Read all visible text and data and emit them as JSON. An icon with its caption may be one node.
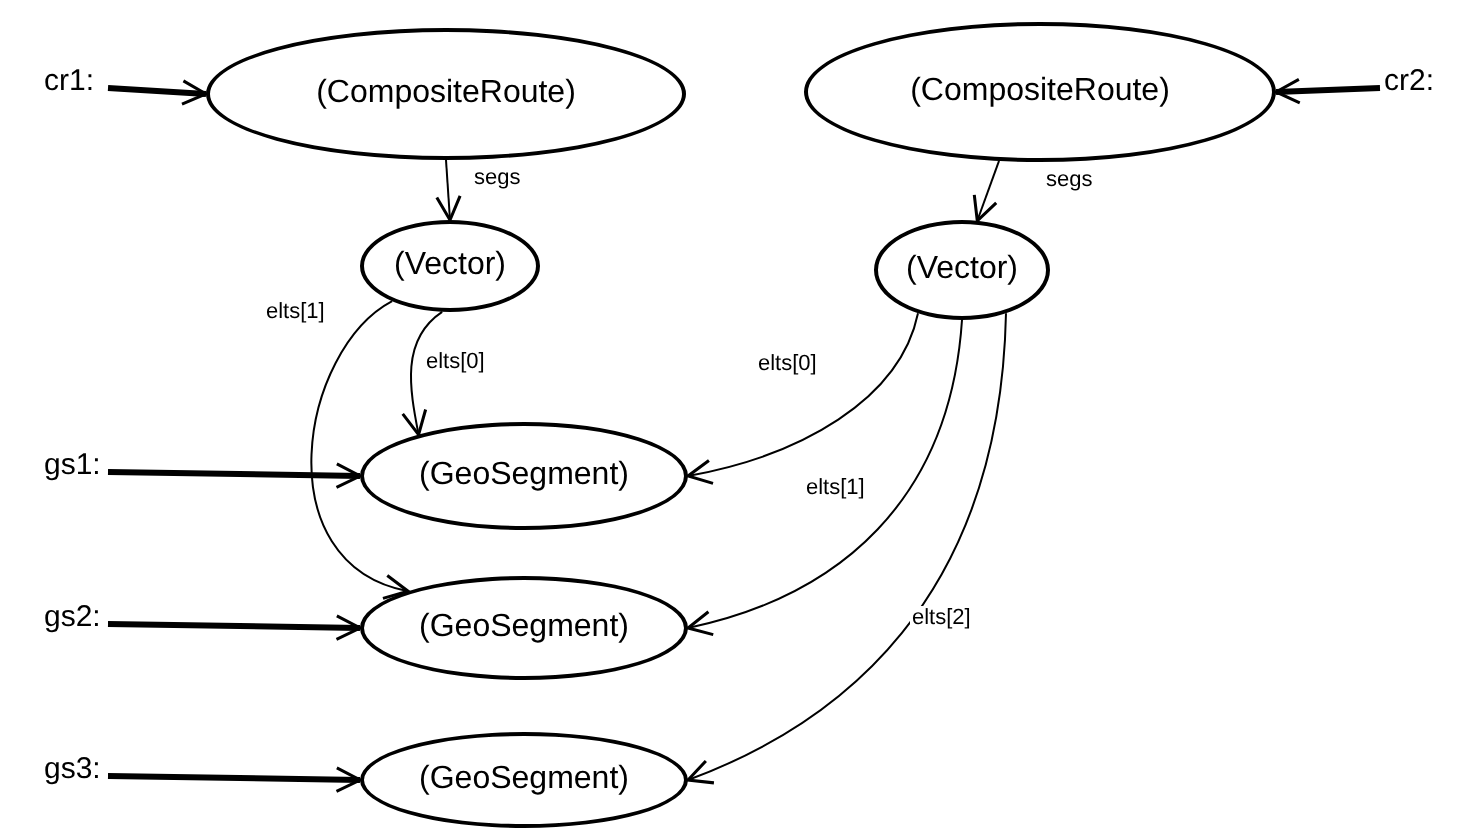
{
  "diagram": {
    "nodes": [
      {
        "text": [
          "cr1:"
        ]
      },
      {
        "text": [
          "(CompositeRoute)"
        ]
      },
      {
        "text": [
          "(CompositeRoute)"
        ]
      },
      {
        "text": [
          "cr2:"
        ]
      },
      {
        "text": [
          "(Vector)"
        ]
      },
      {
        "text": [
          "(Vector)"
        ]
      },
      {
        "text": [
          "gs1:"
        ]
      },
      {
        "text": [
          "(GeoSegment)"
        ]
      },
      {
        "text": [
          "gs2:"
        ]
      },
      {
        "text": [
          "(GeoSegment)"
        ]
      },
      {
        "text": [
          "gs3:"
        ]
      },
      {
        "text": [
          "(GeoSegment)"
        ]
      }
    ],
    "edges": [
      {
        "from": 0,
        "to": 1,
        "arrow": "to",
        "style": "thick"
      },
      {
        "from": 3,
        "to": 2,
        "arrow": "to",
        "style": "thick"
      },
      {
        "from": 1,
        "to": 4,
        "arrow": "to",
        "label": "segs"
      },
      {
        "from": 2,
        "to": 5,
        "arrow": "to",
        "label": "segs"
      },
      {
        "from": 4,
        "to": 7,
        "arrow": "to",
        "label": "elts[0]"
      },
      {
        "from": 4,
        "to": 9,
        "arrow": "to",
        "label": "elts[1]"
      },
      {
        "from": 5,
        "to": 7,
        "arrow": "to",
        "label": "elts[0]"
      },
      {
        "from": 5,
        "to": 9,
        "arrow": "to",
        "label": "elts[1]"
      },
      {
        "from": 5,
        "to": 11,
        "arrow": "to",
        "label": "elts[2]"
      },
      {
        "from": 6,
        "to": 7,
        "arrow": "to",
        "style": "thick"
      },
      {
        "from": 8,
        "to": 9,
        "arrow": "to",
        "style": "thick"
      },
      {
        "from": 10,
        "to": 11,
        "arrow": "to",
        "style": "thick"
      }
    ]
  }
}
